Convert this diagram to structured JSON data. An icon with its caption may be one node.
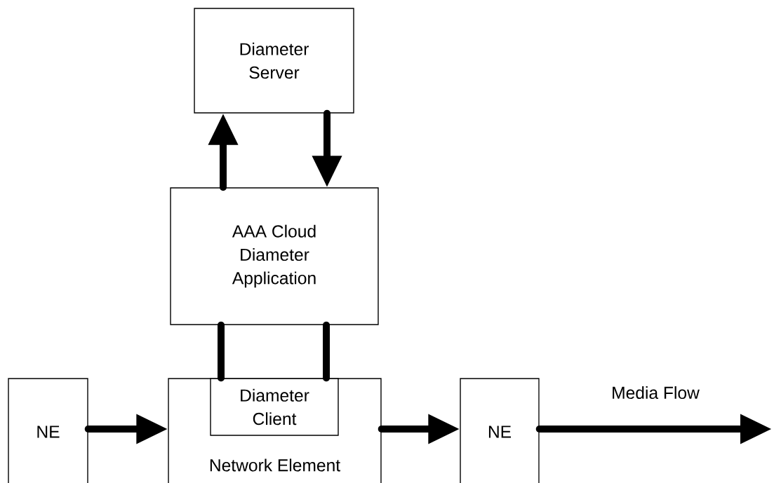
{
  "diagram": {
    "nodes": [
      {
        "text": [
          "Diameter Server"
        ]
      },
      {
        "text": [
          "AAA Cloud Diameter Application"
        ]
      },
      {
        "text": [
          "NE"
        ]
      },
      {
        "text": [
          "Network Element"
        ]
      },
      {
        "text": [
          "Diameter Client"
        ],
        "in": 3
      },
      {
        "text": [
          "NE"
        ]
      }
    ],
    "edges": [
      {
        "from": 1,
        "to": 0,
        "arrow": "to"
      },
      {
        "from": 0,
        "to": 1,
        "arrow": "to"
      },
      {
        "from": 1,
        "to": 4,
        "arrow": "none"
      },
      {
        "from": 1,
        "to": 4,
        "arrow": "none"
      },
      {
        "from": 2,
        "to": 3,
        "arrow": "to"
      },
      {
        "from": 3,
        "to": 5,
        "arrow": "to"
      },
      {
        "from": 5,
        "to": null,
        "arrow": "to",
        "label": "Media Flow"
      }
    ]
  }
}
